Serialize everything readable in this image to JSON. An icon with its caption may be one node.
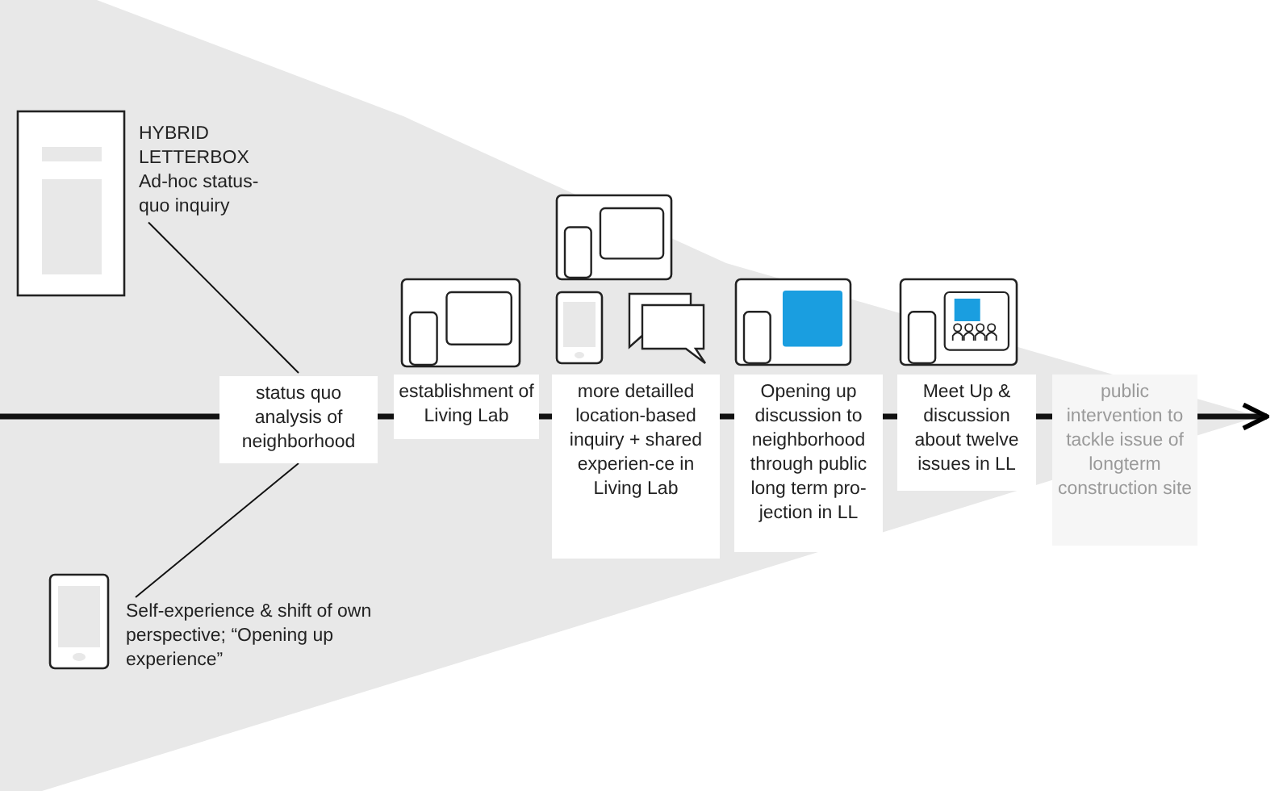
{
  "diagram": {
    "nodes": [
      {
        "text": [
          "HYBRID LETTERBOX",
          "Ad-hoc status-quo inquiry"
        ]
      },
      {
        "text": [
          "status quo analysis of neighborhood"
        ]
      },
      {
        "text": [
          "establishment of Living Lab"
        ]
      },
      {
        "text": [
          "more detailled location-based inquiry + shared experien-ce in Living Lab"
        ]
      },
      {
        "text": [
          "Opening up discussion to neighborhood through public long term pro-jection in LL"
        ]
      },
      {
        "text": [
          "Meet Up & discussion about twelve issues in LL"
        ]
      },
      {
        "text": [
          "public intervention to tackle issue of longterm construction site"
        ]
      },
      {
        "text": [
          "Self-experience & shift of own perspective; “Opening up experience”"
        ]
      }
    ],
    "edges": [
      {
        "from": null,
        "to": 1,
        "arrow": "none"
      },
      {
        "from": 1,
        "to": 2,
        "arrow": "none"
      },
      {
        "from": 2,
        "to": 3,
        "arrow": "none"
      },
      {
        "from": 3,
        "to": 4,
        "arrow": "none"
      },
      {
        "from": 4,
        "to": 5,
        "arrow": "none"
      },
      {
        "from": 5,
        "to": 6,
        "arrow": "none"
      },
      {
        "from": 6,
        "to": null,
        "arrow": "to"
      },
      {
        "from": 0,
        "to": 1,
        "arrow": "none"
      },
      {
        "from": 1,
        "to": 7,
        "arrow": "none"
      }
    ]
  }
}
